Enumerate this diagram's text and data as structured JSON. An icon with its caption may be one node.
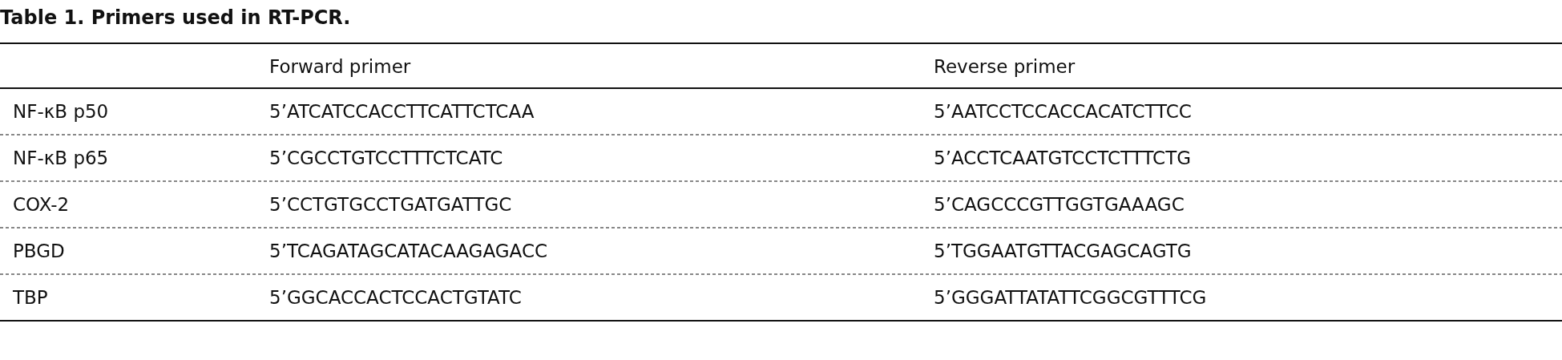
{
  "diagram": {
    "title": "Table 1. Primers used in RT-PCR.",
    "labels": [
      "Forward primer",
      "Reverse primer",
      "NF-κB p50",
      "5’ATCATCCACCTTCATTCTCAA",
      "5’AATCCTCCACCACATCTTCC",
      "NF-κB p65",
      "5’CGCCTGTCCTTTCTCATC",
      "5’ACCTCAATGTCCTCTTTCTG",
      "COX-2",
      "5’CCTGTGCCTGATGATTGC",
      "5’CAGCCCGTTGGTGAAAGC",
      "PBGD",
      "5’TCAGATAGCATACAAGAGACC",
      "5’TGGAATGTTACGAGCAGTG",
      "TBP",
      "5’GGCACCACTCCACTGTATC",
      "5’GGGATTATATTCGGCGTTTCG"
    ]
  }
}
